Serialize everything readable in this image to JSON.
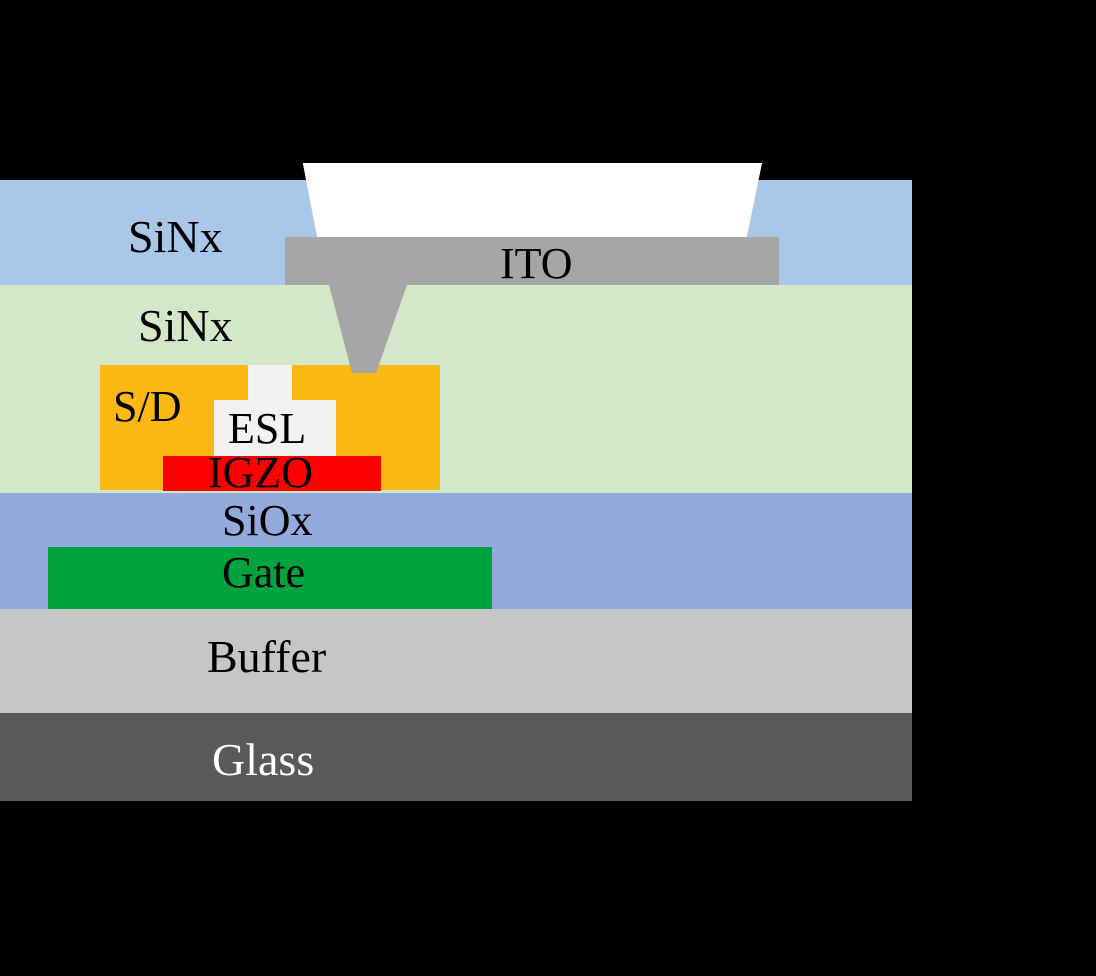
{
  "figure": {
    "type": "device-cross-section-diagram",
    "description": "Cross-section schematic of a bottom-gate IGZO thin-film transistor with etch-stop layer on glass",
    "background_color": "#000000"
  },
  "layers": {
    "passivation_sinx": {
      "label": "SiNx",
      "color": "#a9c7e8"
    },
    "interlayer_sinx": {
      "label": "SiNx",
      "color": "#d3e8c9"
    },
    "ito": {
      "label": "ITO",
      "color": "#a6a6a6"
    },
    "opening": {
      "color": "#ffffff"
    },
    "source_drain": {
      "label": "S/D",
      "color": "#fcb813"
    },
    "esl": {
      "label": "ESL",
      "color": "#f2f2f2"
    },
    "igzo": {
      "label": "IGZO",
      "color": "#fe0000"
    },
    "gate_insulator_siox": {
      "label": "SiOx",
      "color": "#93aadd"
    },
    "gate": {
      "label": "Gate",
      "color": "#00a33e"
    },
    "buffer": {
      "label": "Buffer",
      "color": "#c6c6c6"
    },
    "glass": {
      "label": "Glass",
      "color": "#595959"
    }
  }
}
